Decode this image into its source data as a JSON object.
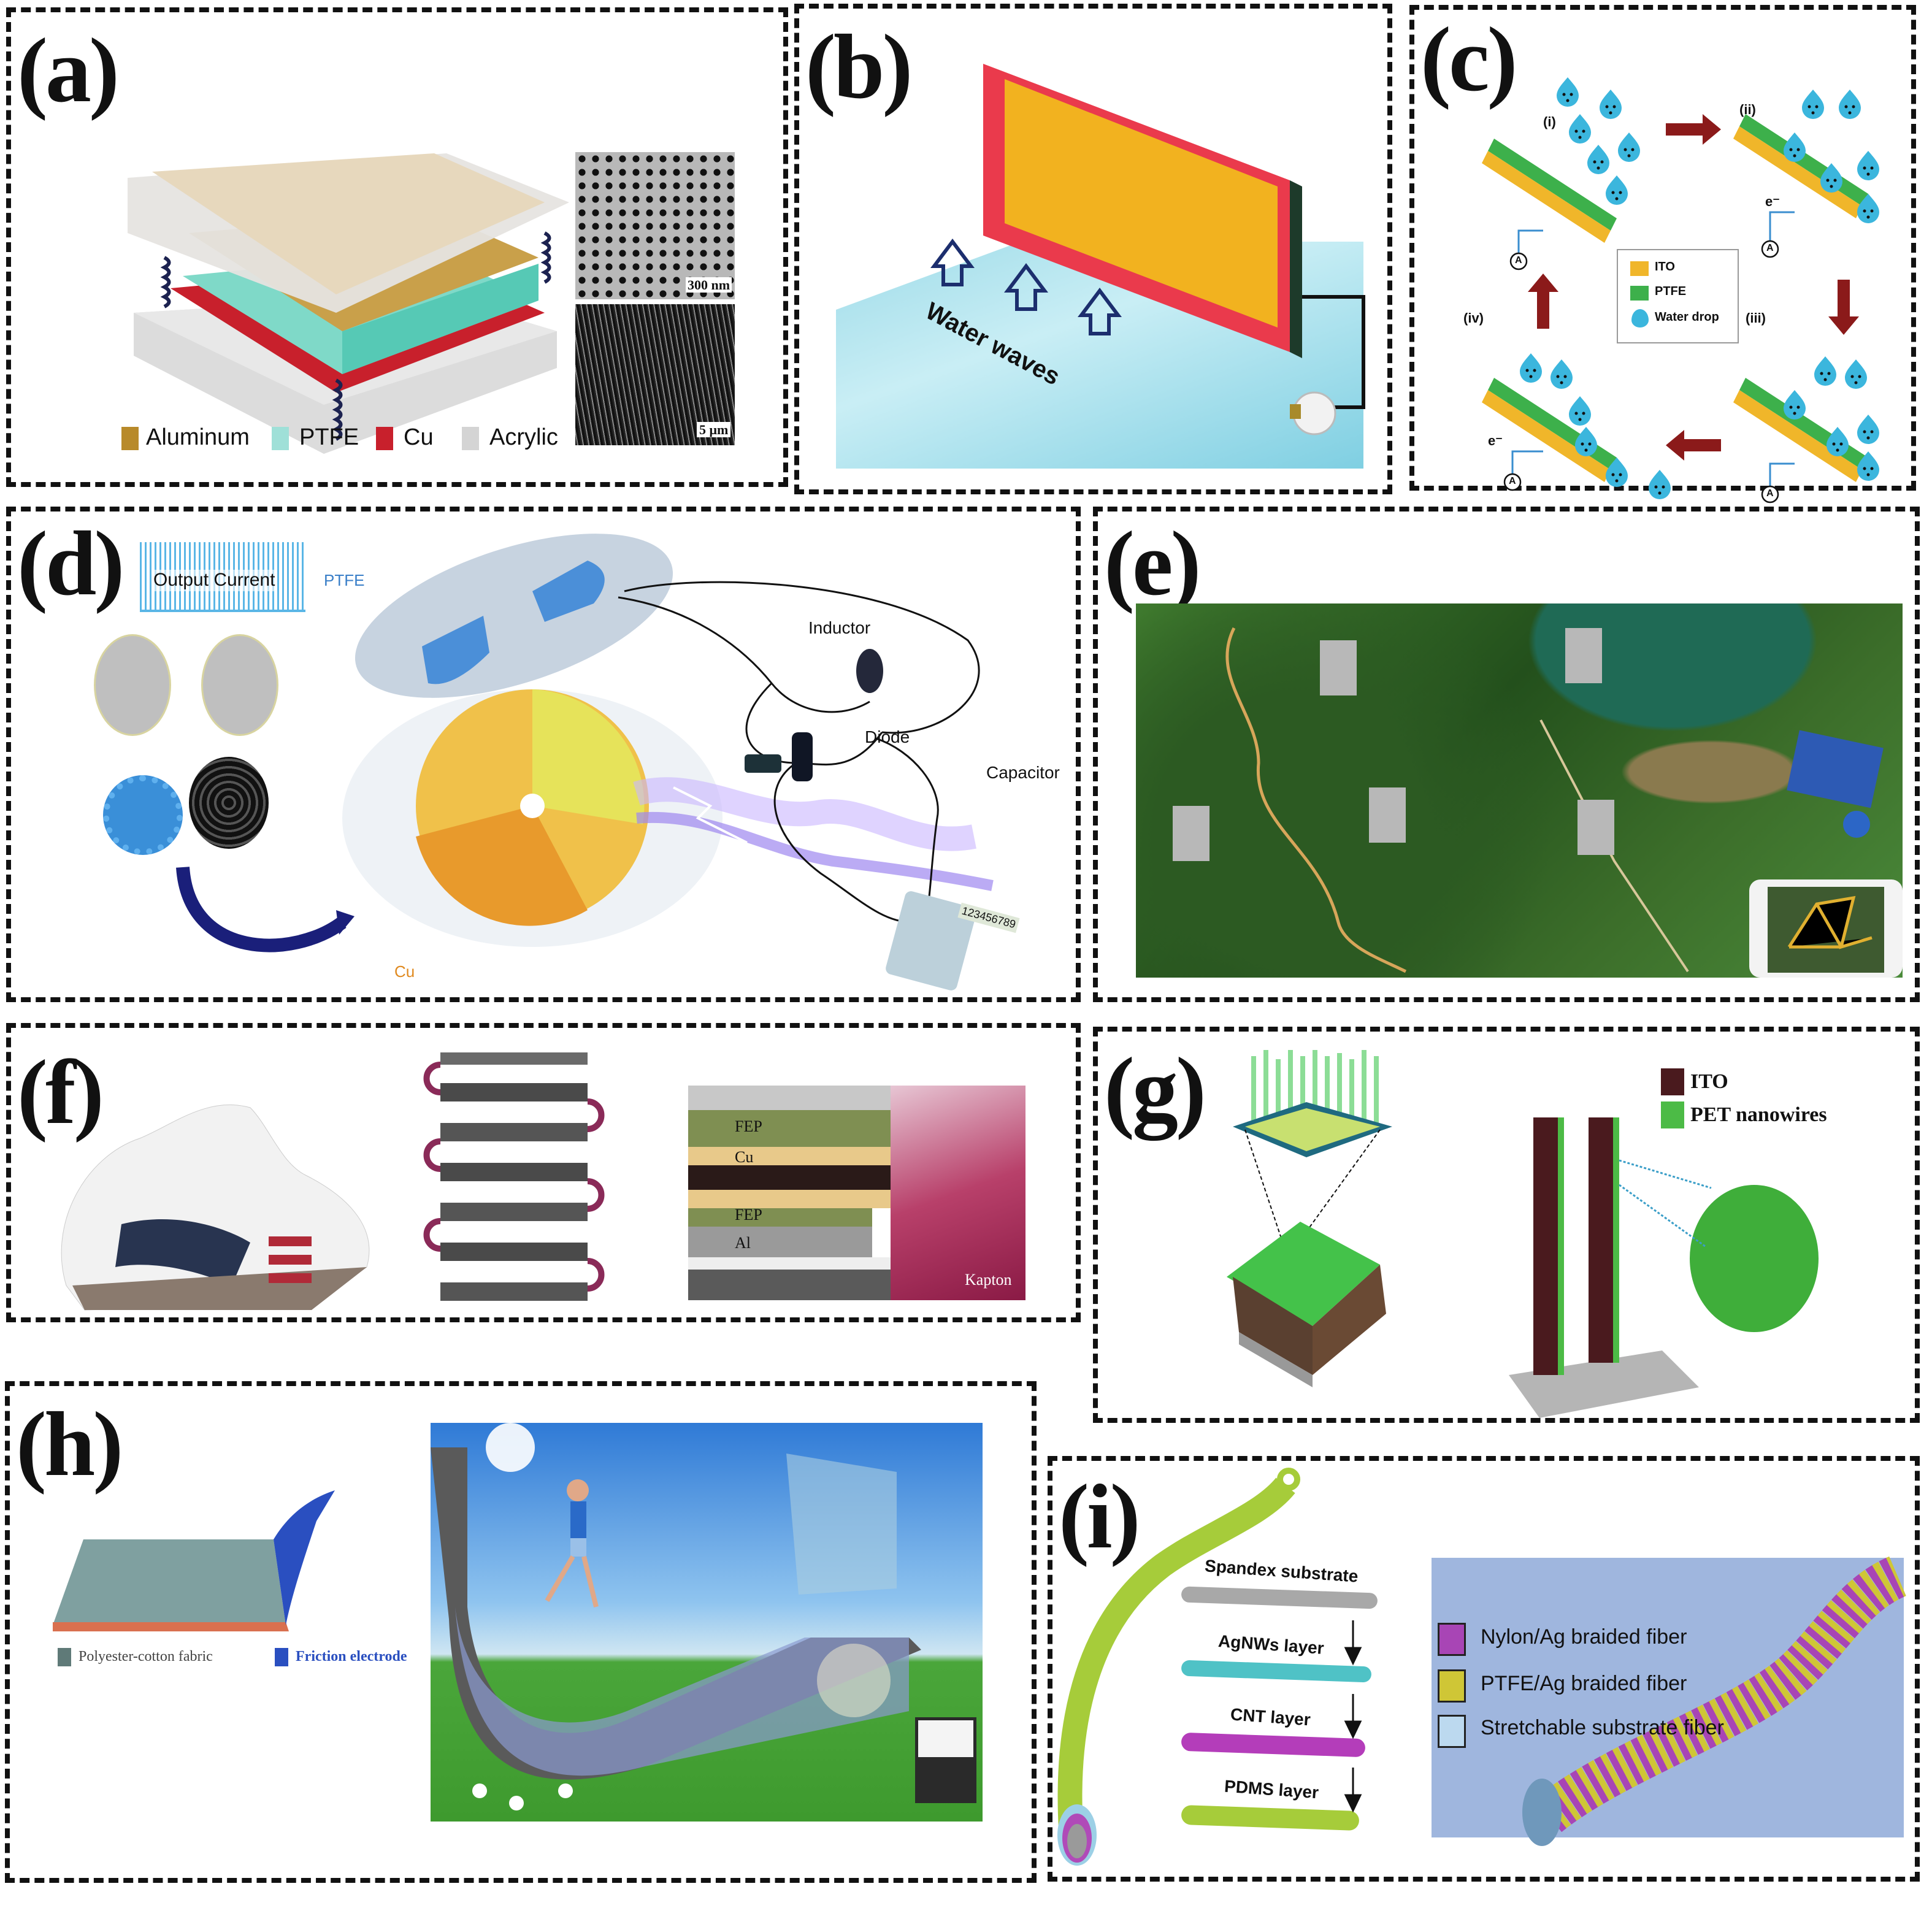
{
  "panels": {
    "a": {
      "label": "(a)",
      "legend": [
        {
          "name": "Aluminum",
          "color": "#b88a2a"
        },
        {
          "name": "PTFE",
          "color": "#9fe0d8"
        },
        {
          "name": "Cu",
          "color": "#c8202c"
        },
        {
          "name": "Acrylic",
          "color": "#d4d4d4"
        }
      ],
      "scalebar_top": "300 nm",
      "scalebar_bottom": "5 μm"
    },
    "b": {
      "label": "(b)",
      "caption": "Water waves"
    },
    "c": {
      "label": "(c)",
      "steps": [
        "(i)",
        "(ii)",
        "(iii)",
        "(iv)"
      ],
      "electron": "e⁻",
      "ammeter": "A",
      "legend": [
        {
          "name": "ITO",
          "color": "#f0b62a"
        },
        {
          "name": "PTFE",
          "color": "#3db04b"
        },
        {
          "name": "Water drop",
          "color": "#3bb6dd"
        }
      ]
    },
    "d": {
      "label": "(d)",
      "output_current": "Output Current",
      "ptfe": "PTFE",
      "cu": "Cu",
      "inductor": "Inductor",
      "diode": "Diode",
      "capacitor": "Capacitor",
      "calculator_display": "123456789"
    },
    "e": {
      "label": "(e)"
    },
    "f": {
      "label": "(f)",
      "layers": [
        "FEP",
        "Cu",
        "FEP",
        "Al"
      ],
      "kapton": "Kapton"
    },
    "g": {
      "label": "(g)",
      "legend": [
        {
          "name": "ITO",
          "color": "#4a1a1e"
        },
        {
          "name": "PET nanowires",
          "color": "#4cbb46"
        }
      ]
    },
    "h": {
      "label": "(h)",
      "legend": [
        {
          "name": "Polyester-cotton fabric",
          "color": "#5f7a78"
        },
        {
          "name": "Friction electrode",
          "color": "#2a4fc0"
        }
      ]
    },
    "i": {
      "label": "(i)",
      "steps": [
        "Spandex substrate",
        "AgNWs layer",
        "CNT layer",
        "PDMS layer"
      ],
      "legend": [
        {
          "name": "Nylon/Ag braided fiber",
          "color": "#a845b5"
        },
        {
          "name": "PTFE/Ag braided fiber",
          "color": "#cfc636"
        },
        {
          "name": "Stretchable substrate fiber",
          "color": "#bcd9ef"
        }
      ]
    }
  }
}
